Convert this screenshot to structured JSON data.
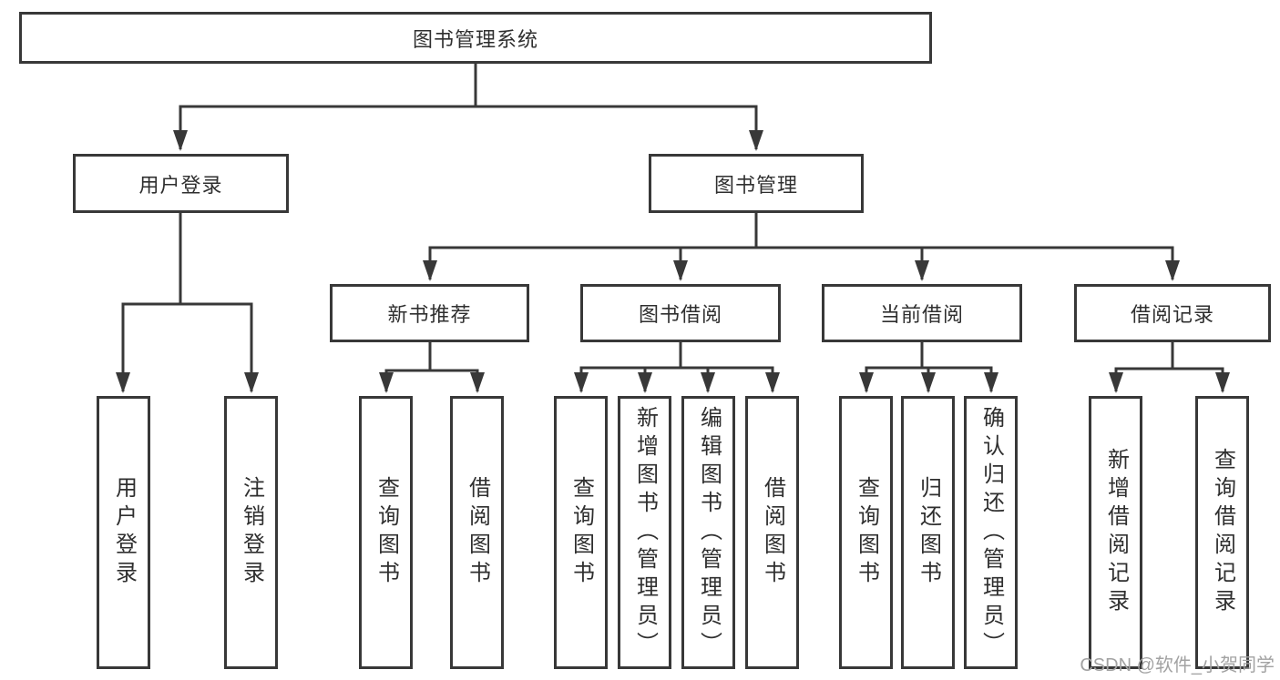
{
  "diagram_title": "图书管理系统",
  "tree": {
    "root": {
      "label": "图书管理系统"
    },
    "children": [
      {
        "label": "用户登录",
        "children": [
          {
            "label": "用户登录"
          },
          {
            "label": "注销登录"
          }
        ]
      },
      {
        "label": "图书管理",
        "children": [
          {
            "label": "新书推荐",
            "children": [
              {
                "label": "查询图书"
              },
              {
                "label": "借阅图书"
              }
            ]
          },
          {
            "label": "图书借阅",
            "children": [
              {
                "label": "查询图书"
              },
              {
                "label": "新增图书（管理员）"
              },
              {
                "label": "编辑图书（管理员）"
              },
              {
                "label": "借阅图书"
              }
            ]
          },
          {
            "label": "当前借阅",
            "children": [
              {
                "label": "查询图书"
              },
              {
                "label": "归还图书"
              },
              {
                "label": "确认归还（管理员）"
              }
            ]
          },
          {
            "label": "借阅记录",
            "children": [
              {
                "label": "新增借阅记录"
              },
              {
                "label": "查询借阅记录"
              }
            ]
          }
        ]
      }
    ]
  },
  "watermark": {
    "text": "CSDN @软件_小贺同学"
  },
  "colors": {
    "line": "#383838",
    "box_border": "#383838",
    "text": "#2f2f2f",
    "background": "#ffffff",
    "watermark": "#a2a2a2"
  }
}
